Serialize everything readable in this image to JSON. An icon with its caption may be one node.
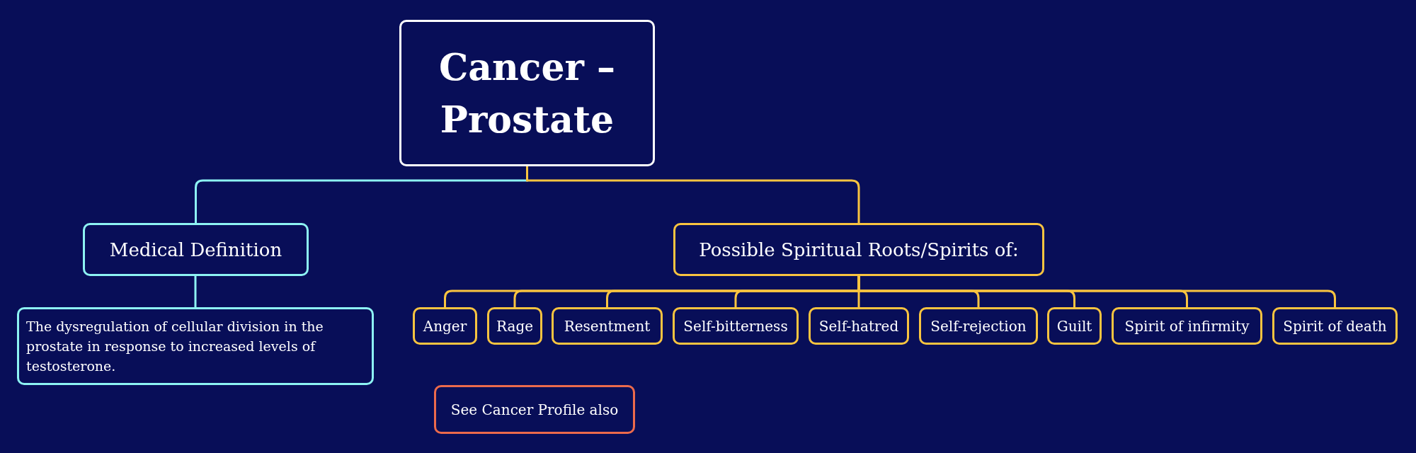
{
  "diagram": {
    "nodes": [
      {
        "text": [
          "Cancer – Prostate"
        ]
      },
      {
        "text": [
          "Medical Definition"
        ]
      },
      {
        "text": [
          "Possible Spiritual Roots/Spirits of:"
        ]
      },
      {
        "text": [
          "The dysregulation of cellular division in the prostate in response to increased levels of testosterone."
        ]
      },
      {
        "text": [
          "Anger"
        ]
      },
      {
        "text": [
          "Rage"
        ]
      },
      {
        "text": [
          "Resentment"
        ]
      },
      {
        "text": [
          "Self-bitterness"
        ]
      },
      {
        "text": [
          "Self-hatred"
        ]
      },
      {
        "text": [
          "Self-rejection"
        ]
      },
      {
        "text": [
          "Guilt"
        ]
      },
      {
        "text": [
          "Spirit of infirmity"
        ]
      },
      {
        "text": [
          "Spirit of death"
        ]
      },
      {
        "text": [
          "See Cancer Profile also"
        ]
      }
    ],
    "edges": [
      {
        "from": 0,
        "to": 1,
        "arrow": "none",
        "color": "#8df3f3"
      },
      {
        "from": 0,
        "to": 2,
        "arrow": "none"
      },
      {
        "from": 1,
        "to": 3,
        "arrow": "none",
        "color": "#8df3f3"
      },
      {
        "from": 2,
        "to": 4,
        "arrow": "none"
      },
      {
        "from": 2,
        "to": 5,
        "arrow": "none"
      },
      {
        "from": 2,
        "to": 6,
        "arrow": "none"
      },
      {
        "from": 2,
        "to": 7,
        "arrow": "none"
      },
      {
        "from": 2,
        "to": 8,
        "arrow": "none"
      },
      {
        "from": 2,
        "to": 9,
        "arrow": "none"
      },
      {
        "from": 2,
        "to": 10,
        "arrow": "none"
      },
      {
        "from": 2,
        "to": 11,
        "arrow": "none"
      },
      {
        "from": 2,
        "to": 12,
        "arrow": "none"
      }
    ]
  }
}
